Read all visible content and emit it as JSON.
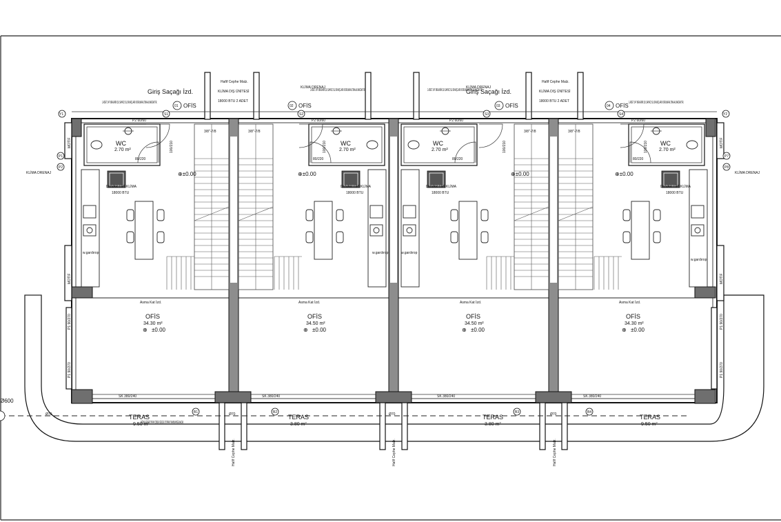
{
  "canopy_label": "Giriş Saçağı İzd.",
  "section_marks": [
    "01",
    "02",
    "03",
    "04"
  ],
  "section_word": "OFİS",
  "upper_units": [
    {
      "wc_label": "WC",
      "wc_area": "2.70 m²",
      "door": "80/220",
      "ac_label": "DUVAR TİPİ KLİMA",
      "ac_btu": "18000 BTU",
      "level": "±0.00",
      "window_code": "P2 60/60",
      "door_code": "100/210",
      "stair_code": "3/8''-7/8"
    },
    {
      "wc_label": "WC",
      "wc_area": "2.70 m²",
      "door": "80/220",
      "ac_label": "DUVAR TİPİ KLİMA",
      "ac_btu": "18000 BTU",
      "level": "±0.00",
      "window_code": "P2 60/60",
      "door_code": "100/210",
      "stair_code": "3/8''-7/8"
    },
    {
      "wc_label": "WC",
      "wc_area": "2.70 m²",
      "door": "80/220",
      "ac_label": "DUVAR TİPİ KLİMA",
      "ac_btu": "18000 BTU",
      "level": "±0.00",
      "window_code": "P2 60/60",
      "door_code": "100/210",
      "stair_code": "3/8''-7/8"
    },
    {
      "wc_label": "WC",
      "wc_area": "2.70 m²",
      "door": "80/220",
      "ac_label": "DUVAR TİPİ KLİMA",
      "ac_btu": "18000 BTU",
      "level": "±0.00",
      "window_code": "P2 60/60",
      "door_code": "100/210",
      "stair_code": "3/8''-7/8"
    }
  ],
  "meter_note": "1 ADET 3/4\" MEKANİK SU SAYACI SU SAYAÇLARI KORUMA ALTINA ALINACAKTIR.",
  "facade_label": "Hafif Cephe Malz.",
  "outdoor_unit": {
    "title": "KLİMA DIŞ ÜNİTESİ",
    "spec": "18000 BTU 2 ADET"
  },
  "drain_label": "KLİMA DRENAJ",
  "mezzanine_label": "Asma Kat İzd.",
  "offices": [
    {
      "name": "OFİS",
      "area": "34.30 m²",
      "level": "±0.00"
    },
    {
      "name": "OFİS",
      "area": "34.50 m²",
      "level": "±0.00"
    },
    {
      "name": "OFİS",
      "area": "34.50 m²",
      "level": "±0.00"
    },
    {
      "name": "OFİS",
      "area": "34.30 m²",
      "level": "±0.00"
    }
  ],
  "sliding_door": "SK 380/240",
  "side_window": "P1 90/270",
  "motif_label": "MOTİF",
  "terraces": [
    {
      "name": "TERAS",
      "area": "9.50 m²"
    },
    {
      "name": "TERAS",
      "area": "3.80 m²"
    },
    {
      "name": "TERAS",
      "area": "3.80 m²"
    },
    {
      "name": "TERAS",
      "area": "9.50 m²"
    }
  ],
  "terrace_note": "YAĞMUR GİDERİ TOPRAK İÇİNDEN GİDECEK OTOPARK TAVANINA BAĞLANACAK",
  "drain_code": "Ø70",
  "pipe_label": "Ø600",
  "terrace_tags": [
    "B1",
    "B2",
    "B3",
    "B4"
  ],
  "grid_tags": [
    "Y1",
    "Y2",
    "P1",
    "P2",
    "P7",
    "P8",
    "S1",
    "S2",
    "S3",
    "S4"
  ],
  "fixture_note": "w.gardırop"
}
